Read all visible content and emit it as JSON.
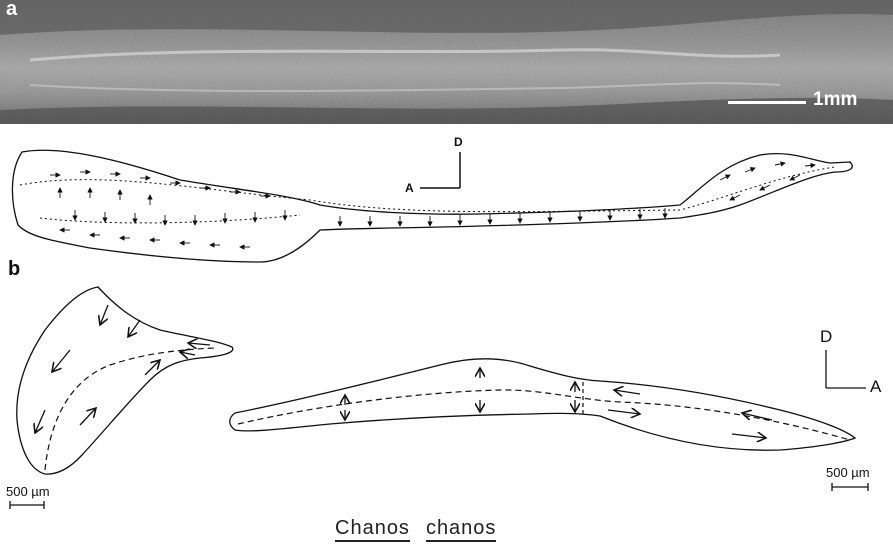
{
  "figure": {
    "panel_a_label": "a",
    "panel_b_label": "b",
    "sem_scale_label": "1mm",
    "orientation_a": {
      "dorsal": "D",
      "anterior": "A"
    },
    "orientation_b": {
      "dorsal": "D",
      "anterior": "A"
    },
    "scale_left_label": "500 µm",
    "scale_right_label": "500 µm",
    "caption_genus": "Chanos",
    "caption_species": "chanos"
  }
}
